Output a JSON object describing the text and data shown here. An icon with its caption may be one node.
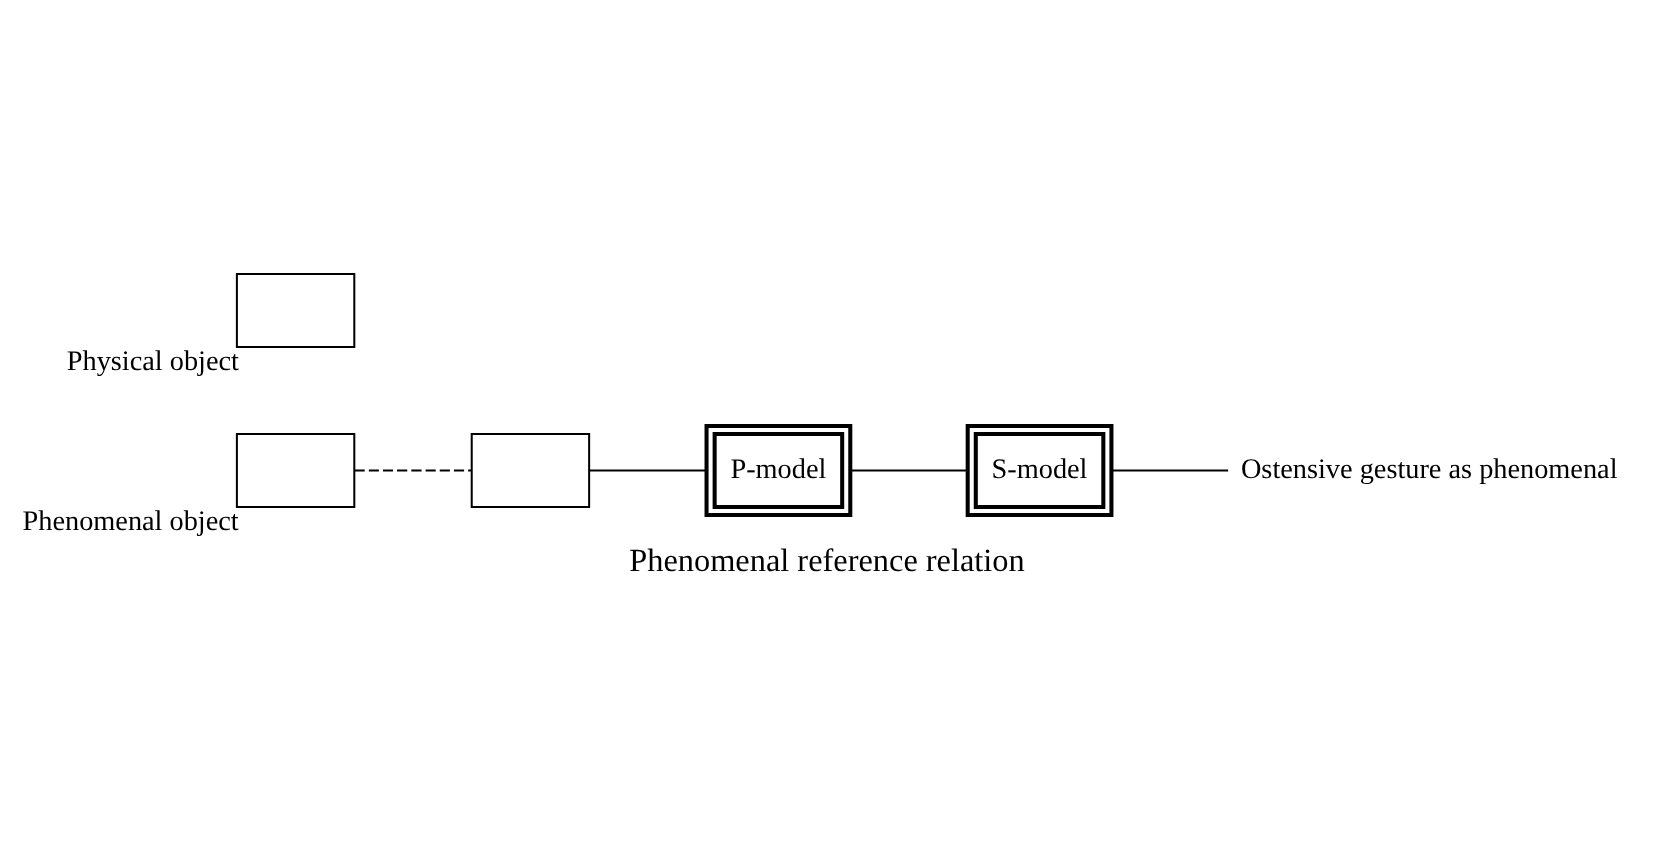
{
  "diagram": {
    "caption": "Phenomenal reference relation",
    "nodes": [
      {
        "text": [],
        "shape": "box",
        "beside": [
          "Phenomenal object"
        ]
      },
      {
        "text": [],
        "shape": "box",
        "beside": [
          "Physical object"
        ]
      },
      {
        "text": [],
        "shape": "box"
      },
      {
        "text": [
          "P-model"
        ]
      },
      {
        "text": [
          "S-model"
        ]
      },
      {
        "text": [
          "Ostensive gesture as phenomenal"
        ]
      }
    ],
    "edges": [
      {
        "from": 0,
        "to": 2,
        "arrow": "none",
        "style": "dashed"
      },
      {
        "from": 2,
        "to": 3,
        "arrow": "none"
      },
      {
        "from": 3,
        "to": 4,
        "arrow": "none"
      },
      {
        "from": 4,
        "to": 5,
        "arrow": "none"
      }
    ]
  }
}
